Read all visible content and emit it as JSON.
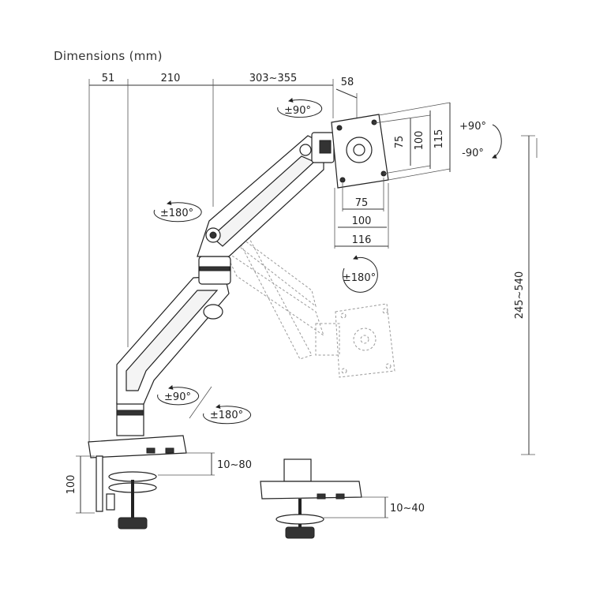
{
  "title": "Dimensions (mm)",
  "top_dims": [
    "51",
    "210",
    "303~355",
    "58"
  ],
  "vesa_plate": {
    "vertical": [
      "75",
      "100",
      "115"
    ],
    "horizontal": [
      "75",
      "100",
      "116"
    ]
  },
  "rotations": {
    "head_swivel": "±90°",
    "tilt_up": "+90°",
    "tilt_down": "-90°",
    "elbow_swivel": "±180°",
    "monitor_rotation": "±180°",
    "base_swivel": "±90°",
    "base_rotation": "±180°"
  },
  "height_range": "245~540",
  "clamp": {
    "height": "100",
    "clamp_range": "10~80"
  },
  "grommet": {
    "range": "10~40"
  }
}
